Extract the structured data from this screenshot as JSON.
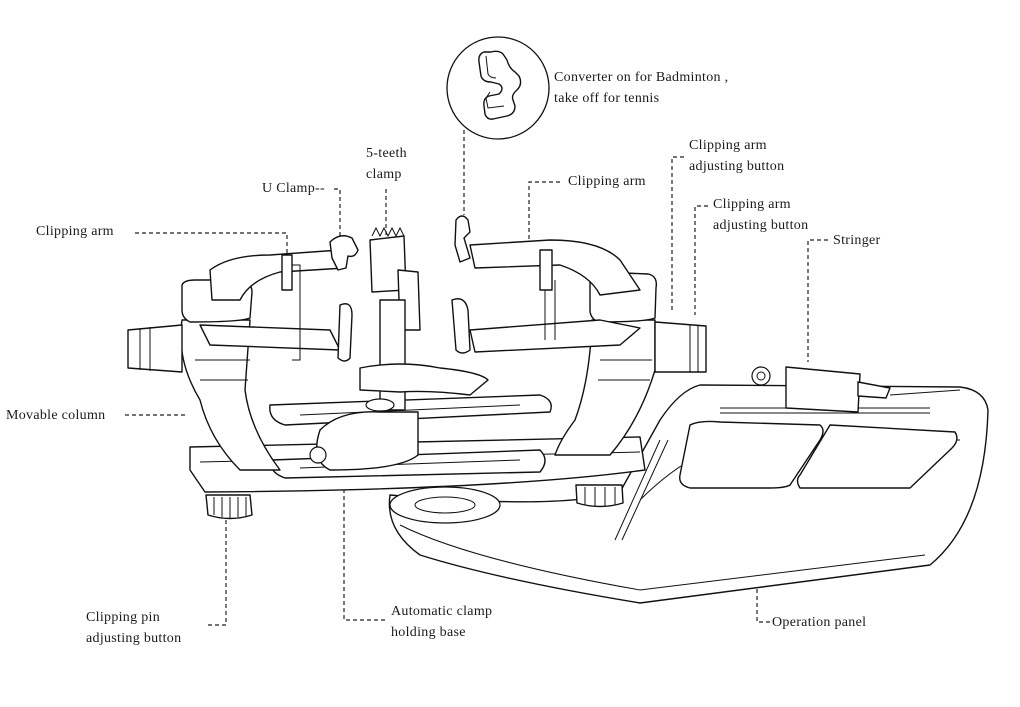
{
  "diagram": {
    "subject": "Racket stringing machine",
    "labels": {
      "converter": {
        "line1": "Converter on for Badminton ,",
        "line2": "take off for tennis"
      },
      "five_teeth_clamp": {
        "line1": "5-teeth",
        "line2": "clamp"
      },
      "u_clamp": "U Clamp--",
      "clipping_arm_left": "Clipping arm",
      "clipping_arm_right": "Clipping arm",
      "clipping_arm_adjusting_button_1": {
        "line1": "Clipping arm",
        "line2": "adjusting button"
      },
      "clipping_arm_adjusting_button_2": {
        "line1": "Clipping arm",
        "line2": "adjusting button"
      },
      "stringer": "Stringer",
      "movable_column": "Movable column",
      "clipping_pin_adjusting_button": {
        "line1": "Clipping pin",
        "line2": "adjusting button"
      },
      "automatic_clamp_holding_base": {
        "line1": "Automatic clamp",
        "line2": "holding base"
      },
      "operation_panel": "Operation panel"
    },
    "colors": {
      "line": "#111111",
      "text": "#1a1a1a",
      "background": "#ffffff"
    }
  }
}
